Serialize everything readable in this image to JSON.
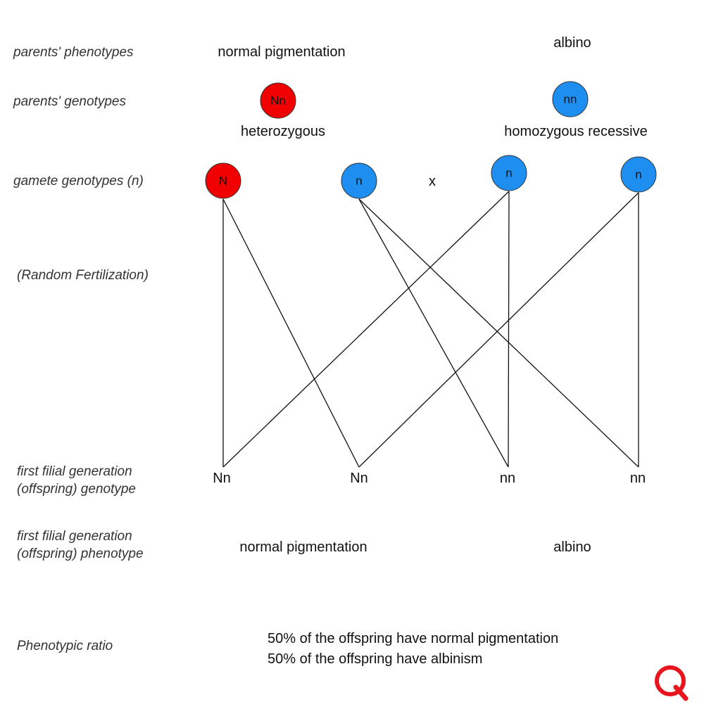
{
  "colors": {
    "dominant": "#f00000",
    "recessive": "#1e8ff0",
    "line": "#111111",
    "logo": "#e8141e"
  },
  "row_labels": {
    "parents_phenotypes": "parents' phenotypes",
    "parents_genotypes": "parents' genotypes",
    "gamete_genotypes": "gamete genotypes (n)",
    "random_fertilization": "(Random Fertilization)",
    "f1_genotype": "first filial generation\n(offspring) genotype",
    "f1_phenotype": "first filial generation\n(offspring) phenotype",
    "phenotypic_ratio": "Phenotypic ratio"
  },
  "parents": {
    "left": {
      "phenotype": "normal pigmentation",
      "genotype": "Nn",
      "zygosity": "heterozygous",
      "color": "dominant"
    },
    "right": {
      "phenotype": "albino",
      "genotype": "nn",
      "zygosity": "homozygous recessive",
      "color": "recessive"
    }
  },
  "cross_symbol": "x",
  "gametes": [
    {
      "label": "N",
      "color": "dominant"
    },
    {
      "label": "n",
      "color": "recessive"
    },
    {
      "label": "n",
      "color": "recessive"
    },
    {
      "label": "n",
      "color": "recessive"
    }
  ],
  "offspring_genotypes": [
    "Nn",
    "Nn",
    "nn",
    "nn"
  ],
  "offspring_phenotypes": {
    "left": "normal pigmentation",
    "right": "albino"
  },
  "ratio": {
    "line1": "50% of the offspring have normal pigmentation",
    "line2": "50% of the offspring have albinism"
  },
  "logo": {
    "letter": "Q"
  }
}
